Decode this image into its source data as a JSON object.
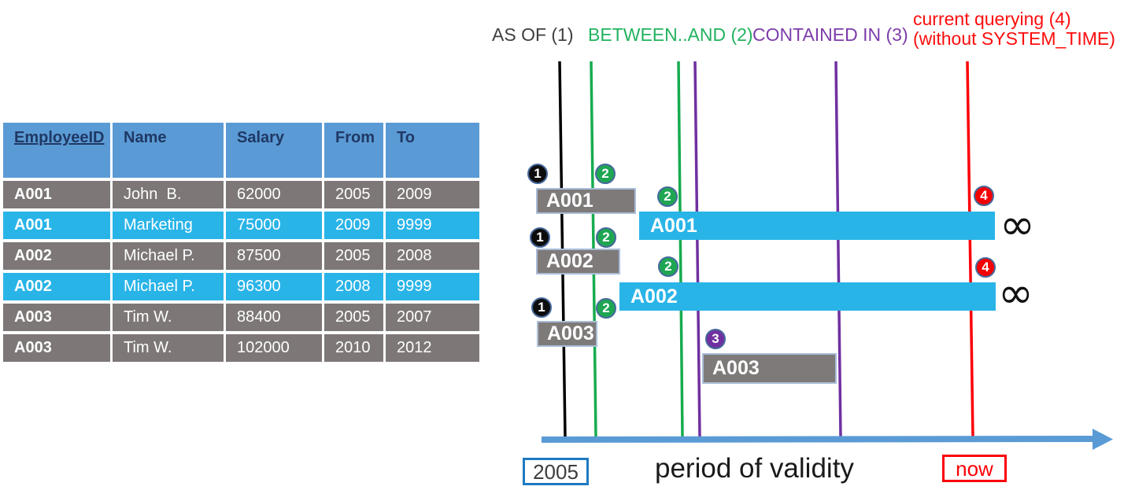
{
  "legend": {
    "as_of": "AS OF (1)",
    "between_and": "BETWEEN..AND (2)",
    "contained_in": "CONTAINED IN (3)",
    "current_querying_line1": "current querying (4)",
    "current_querying_line2": "(without SYSTEM_TIME)"
  },
  "table": {
    "headers": [
      "EmployeeID",
      "Name",
      "Salary",
      "From",
      "To"
    ],
    "rows": [
      {
        "id": "A001",
        "name": "John  B.",
        "salary": "62000",
        "from": "2005",
        "to": "2009"
      },
      {
        "id": "A001",
        "name": "Marketing",
        "salary": "75000",
        "from": "2009",
        "to": "9999"
      },
      {
        "id": "A002",
        "name": "Michael P.",
        "salary": "87500",
        "from": "2005",
        "to": "2008"
      },
      {
        "id": "A002",
        "name": "Michael P.",
        "salary": "96300",
        "from": "2008",
        "to": "9999"
      },
      {
        "id": "A003",
        "name": "Tim W.",
        "salary": "88400",
        "from": "2005",
        "to": "2007"
      },
      {
        "id": "A003",
        "name": "Tim W.",
        "salary": "102000",
        "from": "2010",
        "to": "2012"
      }
    ]
  },
  "timeline": {
    "bars": [
      {
        "label": "A001",
        "from": "2005",
        "to": "2009",
        "kind": "history"
      },
      {
        "label": "A001",
        "from": "2009",
        "to": "9999",
        "kind": "current"
      },
      {
        "label": "A002",
        "from": "2005",
        "to": "2008",
        "kind": "history"
      },
      {
        "label": "A002",
        "from": "2008",
        "to": "9999",
        "kind": "current"
      },
      {
        "label": "A003",
        "from": "2005",
        "to": "2007",
        "kind": "history"
      },
      {
        "label": "A003",
        "from": "2010",
        "to": "2012",
        "kind": "history"
      }
    ],
    "badges": [
      {
        "label": "1"
      },
      {
        "label": "2"
      },
      {
        "label": "2"
      },
      {
        "label": "1"
      },
      {
        "label": "2"
      },
      {
        "label": "2"
      },
      {
        "label": "1"
      },
      {
        "label": "2"
      },
      {
        "label": "3"
      },
      {
        "label": "4"
      },
      {
        "label": "4"
      }
    ],
    "infinity_symbol": "∞",
    "axis": {
      "start_label": "2005",
      "title": "period of validity",
      "now_label": "now"
    }
  },
  "colors": {
    "header_blue": "#5b9bd5",
    "row_gray": "#7d7777",
    "row_cyan": "#29b4e8",
    "bar_gray": "#7f7a7a",
    "green_line": "#17ab4f",
    "purple_line": "#7030a0",
    "red_line": "#fb0007",
    "black_line": "#000000",
    "axis_blue": "#5b9bd5",
    "header_text": "#1f3864"
  }
}
